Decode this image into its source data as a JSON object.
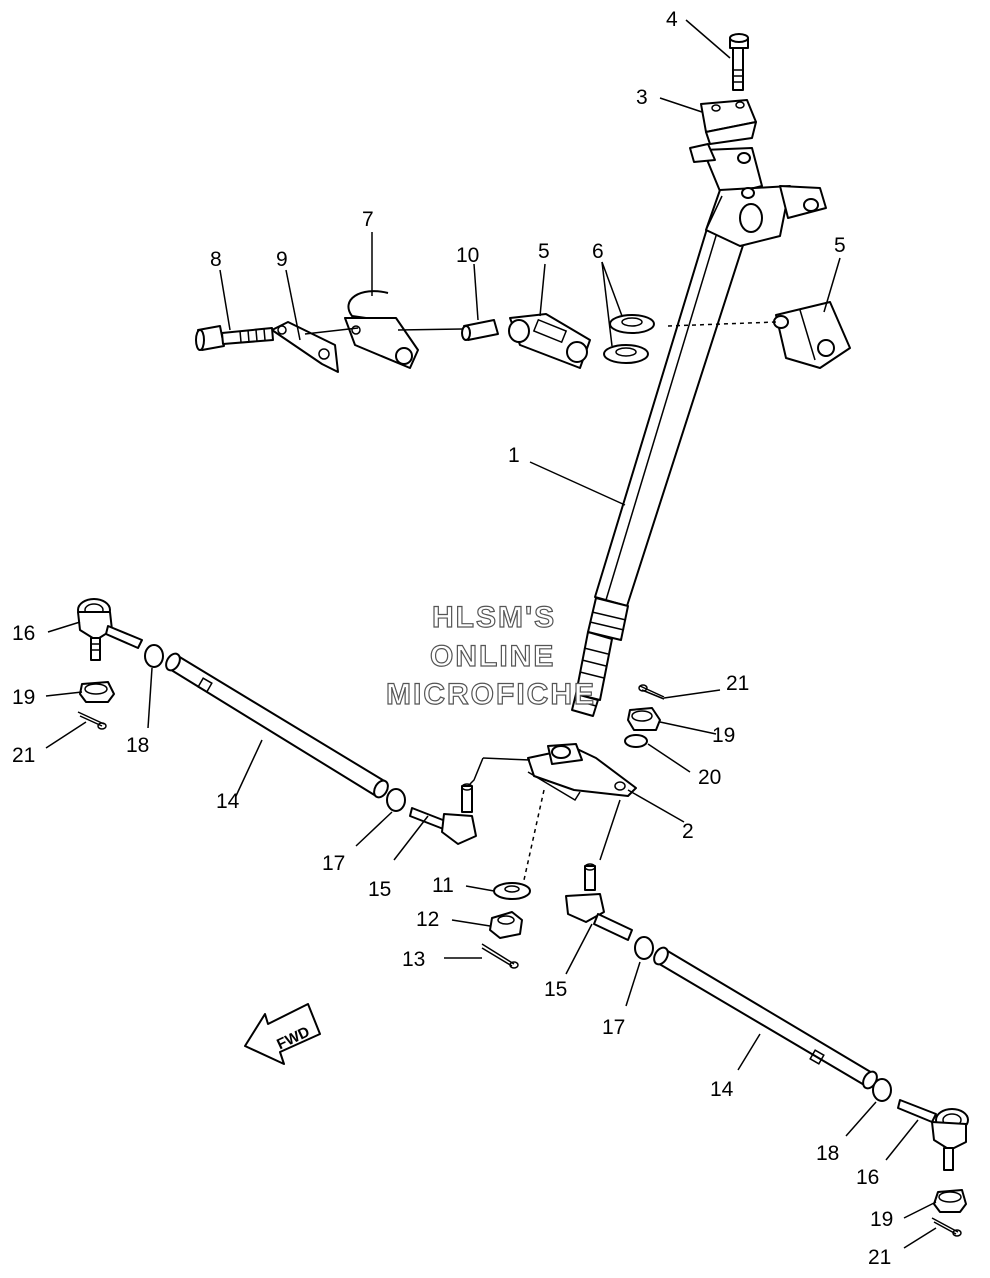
{
  "watermark": {
    "line1": "HLSM'S",
    "line2": "ONLINE",
    "line3": "MICROFICHE"
  },
  "direction_arrow": {
    "label": "FWD"
  },
  "callouts": [
    "1",
    "2",
    "3",
    "4",
    "5",
    "5",
    "6",
    "7",
    "8",
    "9",
    "10",
    "11",
    "12",
    "13",
    "14",
    "14",
    "15",
    "15",
    "16",
    "16",
    "17",
    "17",
    "18",
    "18",
    "19",
    "19",
    "19",
    "20",
    "21",
    "21",
    "21"
  ],
  "parts": [
    {
      "ref": "1",
      "icon": "steering-shaft-icon"
    },
    {
      "ref": "2",
      "icon": "pitman-arm-icon"
    },
    {
      "ref": "3",
      "icon": "handlebar-holder-icon"
    },
    {
      "ref": "4",
      "icon": "bolt-icon"
    },
    {
      "ref": "5",
      "icon": "shaft-holder-icon"
    },
    {
      "ref": "6",
      "icon": "washer-icon"
    },
    {
      "ref": "7",
      "icon": "hook-pin-icon"
    },
    {
      "ref": "8",
      "icon": "bolt-icon"
    },
    {
      "ref": "9",
      "icon": "lock-plate-icon"
    },
    {
      "ref": "10",
      "icon": "collar-icon"
    },
    {
      "ref": "11",
      "icon": "washer-icon"
    },
    {
      "ref": "12",
      "icon": "nut-icon"
    },
    {
      "ref": "13",
      "icon": "cotter-pin-icon"
    },
    {
      "ref": "14",
      "icon": "tie-rod-icon"
    },
    {
      "ref": "15",
      "icon": "rod-end-icon"
    },
    {
      "ref": "16",
      "icon": "rod-end-icon"
    },
    {
      "ref": "17",
      "icon": "nut-icon"
    },
    {
      "ref": "18",
      "icon": "nut-icon"
    },
    {
      "ref": "19",
      "icon": "castle-nut-icon"
    },
    {
      "ref": "20",
      "icon": "washer-icon"
    },
    {
      "ref": "21",
      "icon": "cotter-pin-icon"
    }
  ]
}
